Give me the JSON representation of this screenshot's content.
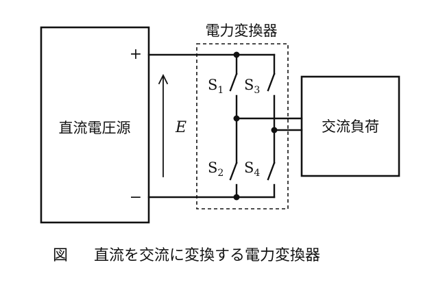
{
  "source": {
    "label": "直流電圧源",
    "plus": "+",
    "minus": "−"
  },
  "voltage": {
    "symbol": "E"
  },
  "converter": {
    "label": "電力変換器"
  },
  "switches": [
    {
      "letter": "S",
      "sub": "1"
    },
    {
      "letter": "S",
      "sub": "3"
    },
    {
      "letter": "S",
      "sub": "2"
    },
    {
      "letter": "S",
      "sub": "4"
    }
  ],
  "load": {
    "label": "交流負荷"
  },
  "caption": {
    "prefix": "図",
    "text": "直流を交流に変換する電力変換器"
  }
}
